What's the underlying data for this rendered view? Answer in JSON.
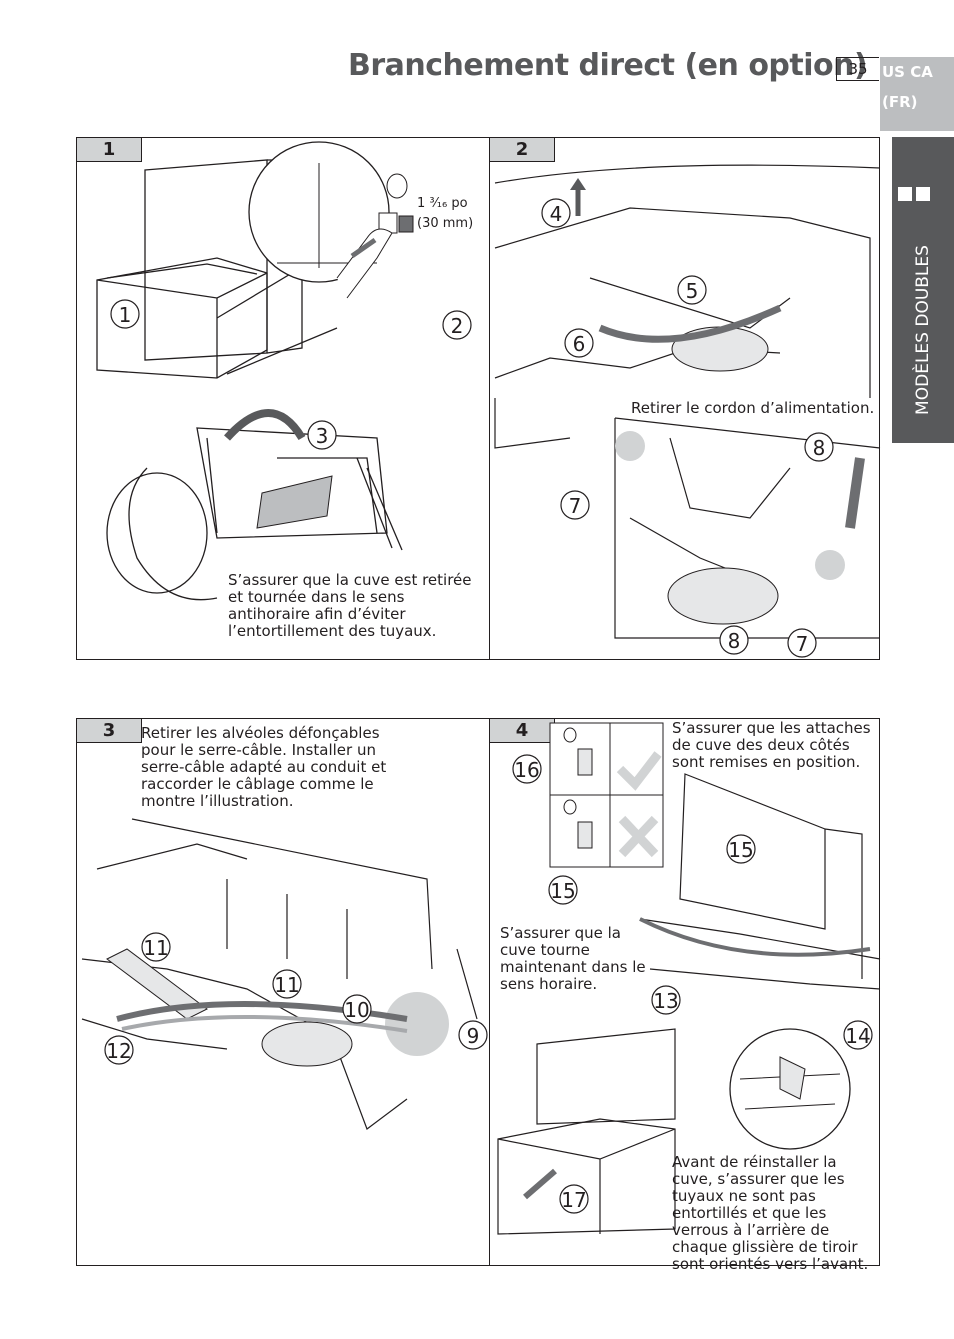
{
  "header": {
    "title": "Branchement direct (en option)",
    "page_number": "35",
    "region_line1": "US CA",
    "region_line2": "(FR)"
  },
  "side_tab": {
    "label": "MODÈLES DOUBLES"
  },
  "panels": [
    {
      "number": "1",
      "measure_line1": "1 ³⁄₁₆ po",
      "measure_line2": "(30 mm)",
      "caption": "S’assurer que la cuve est retirée et tournée dans le sens antihoraire afin d’éviter l’entortillement des tuyaux.",
      "steps": [
        "1",
        "2",
        "3"
      ]
    },
    {
      "number": "2",
      "caption": "Retirer le cordon d’alimentation.",
      "steps": [
        "4",
        "5",
        "6",
        "7",
        "8",
        "8",
        "7"
      ]
    },
    {
      "number": "3",
      "caption": "Retirer les alvéoles défonçables pour le serre-câble. Installer un serre-câble adapté au conduit et raccorder le câblage comme le montre l’illustration.",
      "steps": [
        "9",
        "10",
        "11",
        "11",
        "12"
      ]
    },
    {
      "number": "4",
      "caption_top": "S’assurer que les attaches de cuve des deux côtés sont remises en position.",
      "caption_mid": "S’assurer que la cuve tourne maintenant dans le sens horaire.",
      "caption_bottom": "Avant de réinstaller la cuve, s’assurer que les tuyaux ne sont pas entortillés et que les verrous à l’arrière de chaque glissière de tiroir sont orientés vers l’avant.",
      "steps": [
        "13",
        "14",
        "15",
        "15",
        "16",
        "17"
      ]
    }
  ]
}
